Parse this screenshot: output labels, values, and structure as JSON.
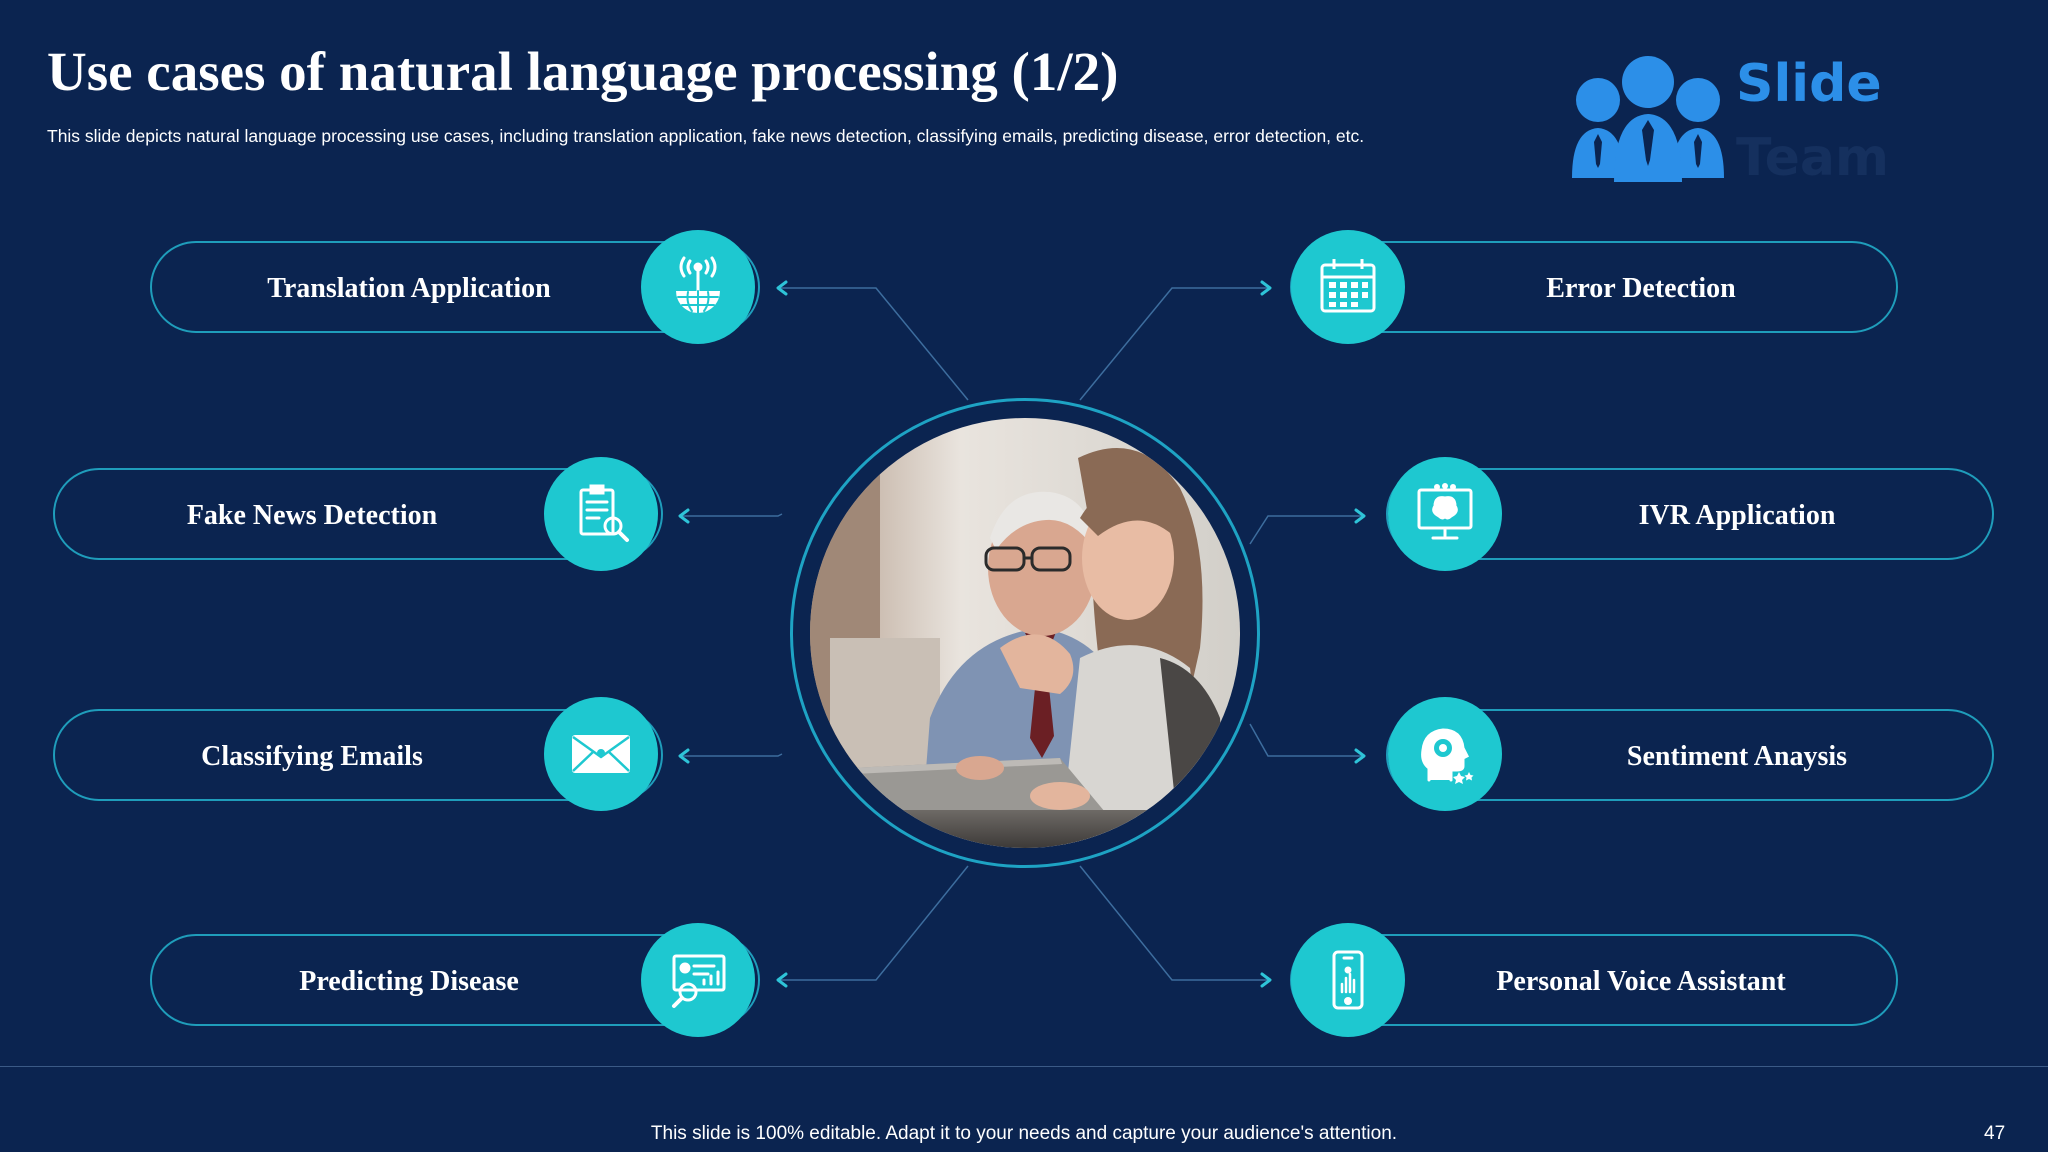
{
  "slide": {
    "title": "Use cases of natural language processing (1/2)",
    "subtitle": "This slide depicts natural language processing use cases, including translation application, fake news detection, classifying emails, predicting disease, error detection, etc.",
    "logo": {
      "word1": "Slide",
      "word2": "Team"
    },
    "use_cases_left": [
      {
        "label": "Translation Application",
        "icon": "satellite-globe-icon"
      },
      {
        "label": "Fake News Detection",
        "icon": "document-search-icon"
      },
      {
        "label": "Classifying Emails",
        "icon": "email-envelope-icon"
      },
      {
        "label": "Predicting Disease",
        "icon": "monitor-chart-search-icon"
      }
    ],
    "use_cases_right": [
      {
        "label": "Error Detection",
        "icon": "calendar-icon"
      },
      {
        "label": "IVR Application",
        "icon": "brain-monitor-icon"
      },
      {
        "label": "Sentiment Anaysis",
        "icon": "head-gear-icon"
      },
      {
        "label": "Personal Voice Assistant",
        "icon": "smartphone-icon"
      }
    ],
    "footer": "This slide is 100% editable. Adapt it to your needs and capture your audience's attention.",
    "page_number": "47"
  },
  "colors": {
    "background": "#0b2450",
    "accent": "#1ec8d0",
    "pill_border": "#1f9dbb",
    "logo_blue": "#2c8fe8",
    "logo_dark": "#15305e"
  }
}
